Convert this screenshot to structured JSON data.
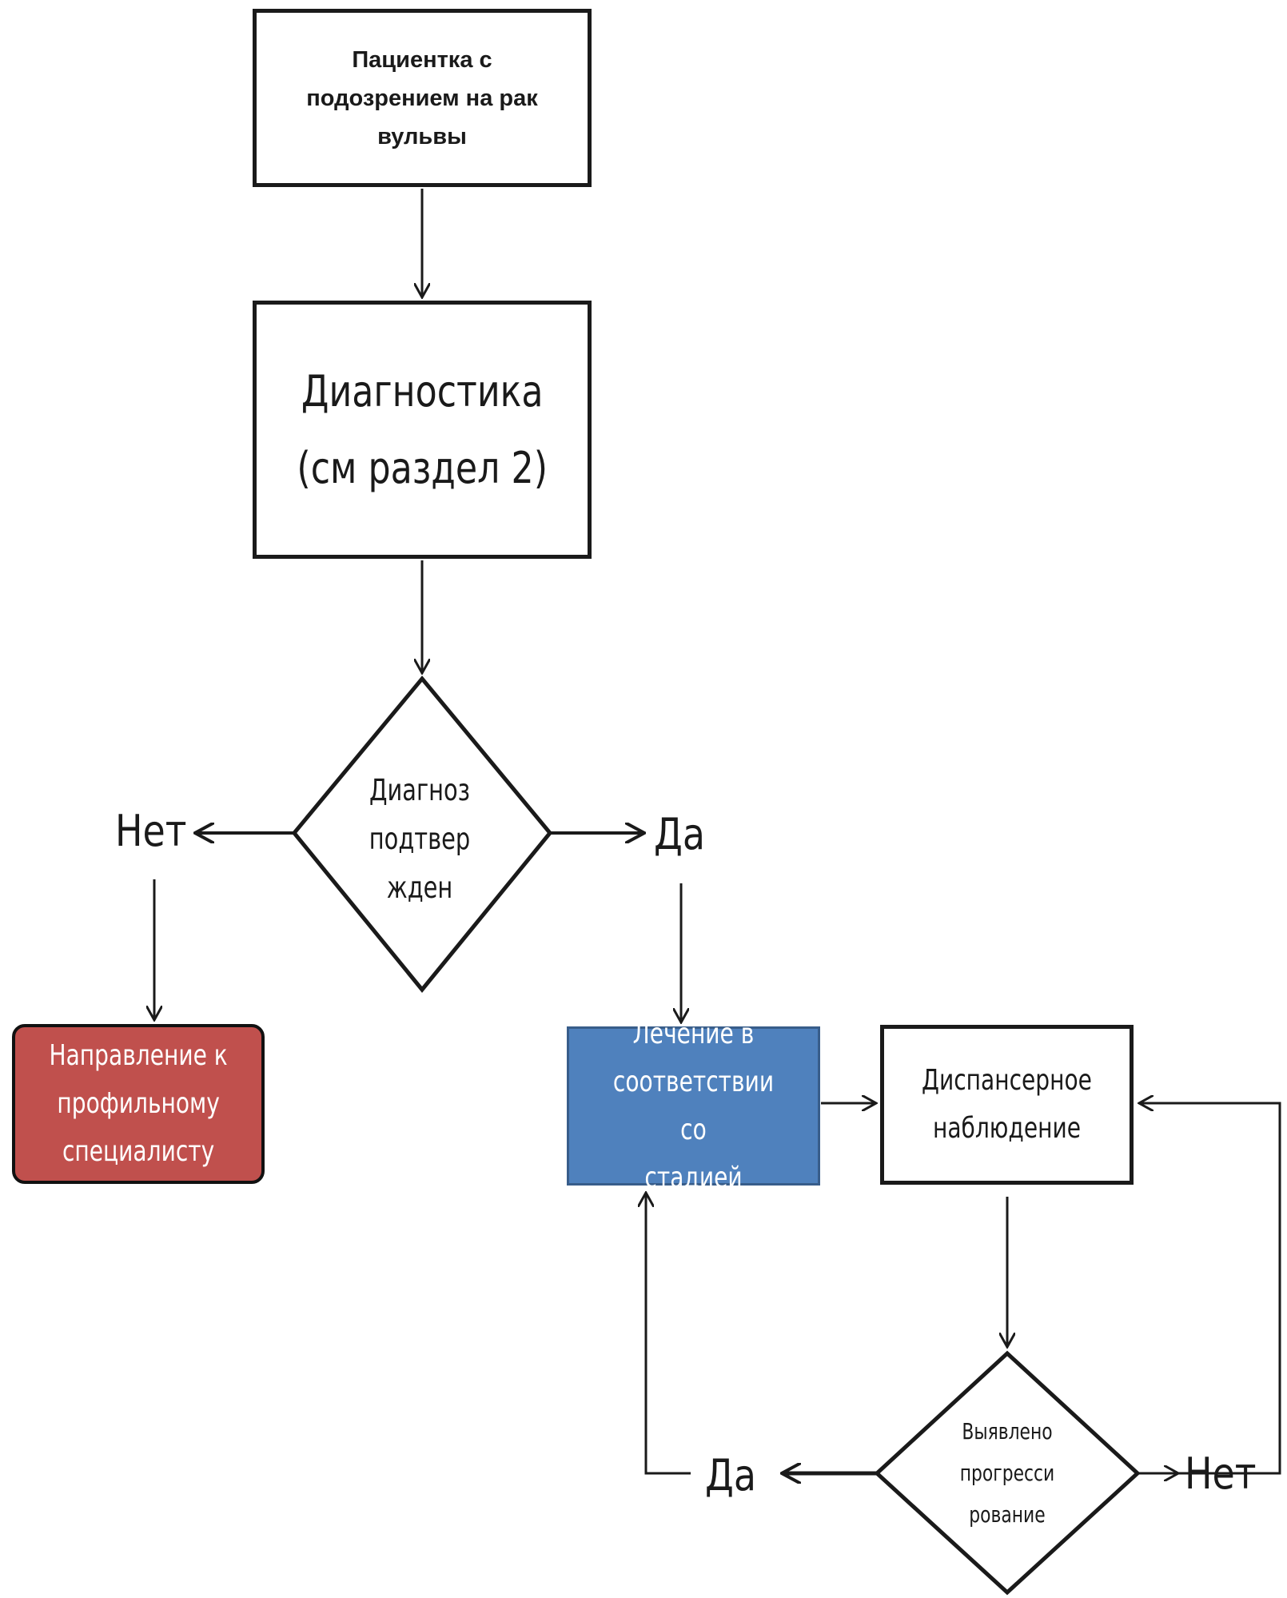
{
  "nodes": {
    "start": "Пациентка с\nподозрением на рак\nвульвы",
    "diagnostics": "Диагностика\n(см раздел 2)",
    "decision_confirmed": "Диагноз\nподтвер\nжден",
    "referral": "Направление к\nпрофильному\nспециалисту",
    "treatment": "Лечение в\nсоответствии со\nстадией",
    "follow_up": "Диспансерное\nнаблюдение",
    "decision_progression": "Выявлено\nпрогресси\nрование"
  },
  "labels": {
    "no_1": "Нет",
    "yes_1": "Да",
    "yes_2": "Да",
    "no_2": "Нет"
  },
  "colors": {
    "referral_fill": "#c0504d",
    "treatment_fill": "#4f81bd",
    "line": "#1a1a1a"
  }
}
